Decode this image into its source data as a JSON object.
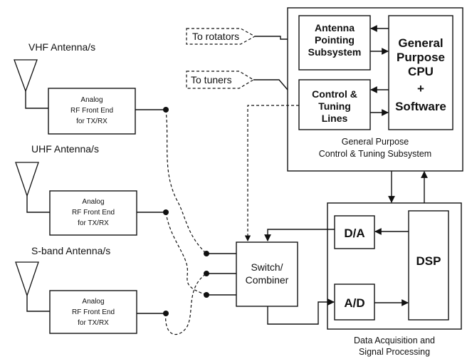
{
  "antennas": {
    "vhf_label": "VHF Antenna/s",
    "uhf_label": "UHF Antenna/s",
    "sband_label": "S-band Antenna/s"
  },
  "front_end": {
    "line1": "Analog",
    "line2": "RF Front End",
    "line3": "for TX/RX"
  },
  "external": {
    "rotators": "To rotators",
    "tuners": "To tuners"
  },
  "control_subsystem": {
    "antenna_pointing_line1": "Antenna",
    "antenna_pointing_line2": "Pointing",
    "antenna_pointing_line3": "Subsystem",
    "control_tuning_line1": "Control &",
    "control_tuning_line2": "Tuning",
    "control_tuning_line3": "Lines",
    "cpu_line1": "General",
    "cpu_line2": "Purpose",
    "cpu_line3": "CPU",
    "cpu_line4": "+",
    "cpu_line5": "Software",
    "caption_line1": "General Purpose",
    "caption_line2": "Control & Tuning Subsystem"
  },
  "switch": {
    "line1": "Switch/",
    "line2": "Combiner"
  },
  "data_acquisition": {
    "da": "D/A",
    "ad": "A/D",
    "dsp": "DSP",
    "caption_line1": "Data Acquisition and",
    "caption_line2": "Signal Processing"
  }
}
